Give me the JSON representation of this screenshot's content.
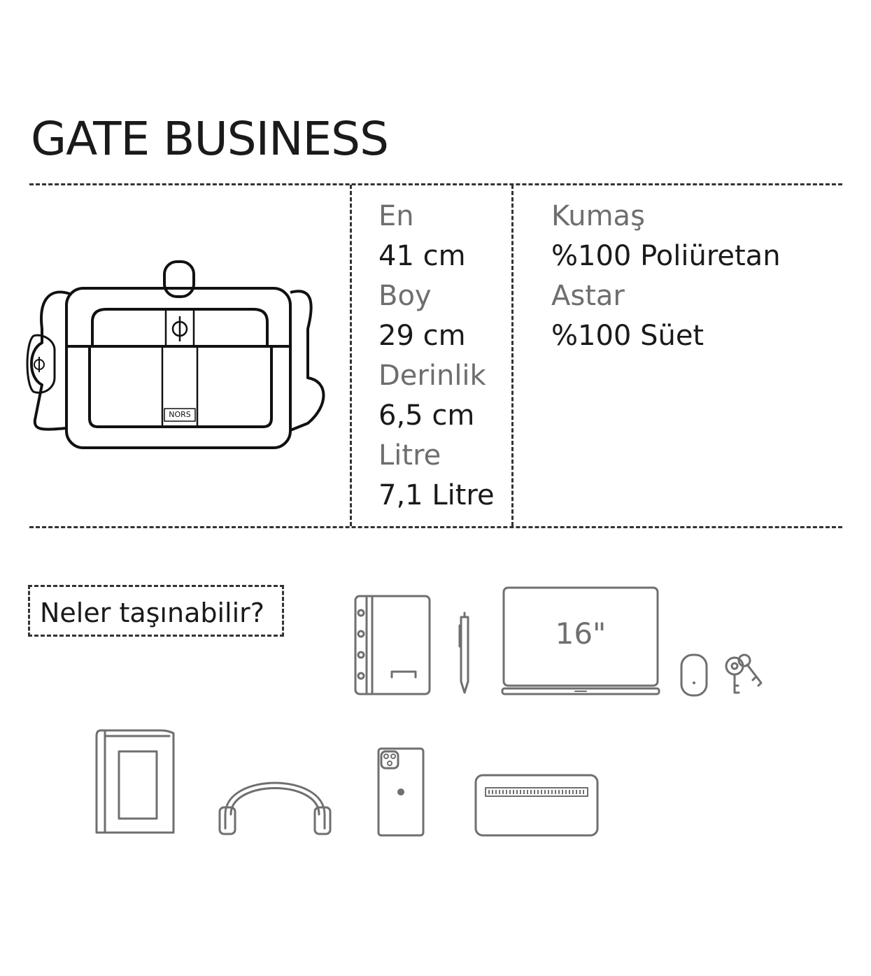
{
  "product": {
    "title": "GATE BUSINESS",
    "logo_text": "NORS"
  },
  "dimensions": [
    {
      "label": "En",
      "value": "41 cm"
    },
    {
      "label": "Boy",
      "value": "29 cm"
    },
    {
      "label": "Derinlik",
      "value": "6,5 cm"
    },
    {
      "label": "Litre",
      "value": "7,1 Litre"
    }
  ],
  "materials": [
    {
      "label": "Kumaş",
      "value": "%100 Poliüretan"
    },
    {
      "label": "Astar",
      "value": "%100 Süet"
    }
  ],
  "carry": {
    "heading": "Neler taşınabilir?",
    "laptop_size": "16\"",
    "items": [
      "notebook-icon",
      "pen-icon",
      "laptop-icon",
      "mouse-icon",
      "keys-icon",
      "book-icon",
      "headphones-icon",
      "phone-icon",
      "pencil-case-icon"
    ]
  },
  "colors": {
    "text": "#1a1a1a",
    "label": "#6e6e6e",
    "icon": "#6f6f6f"
  }
}
